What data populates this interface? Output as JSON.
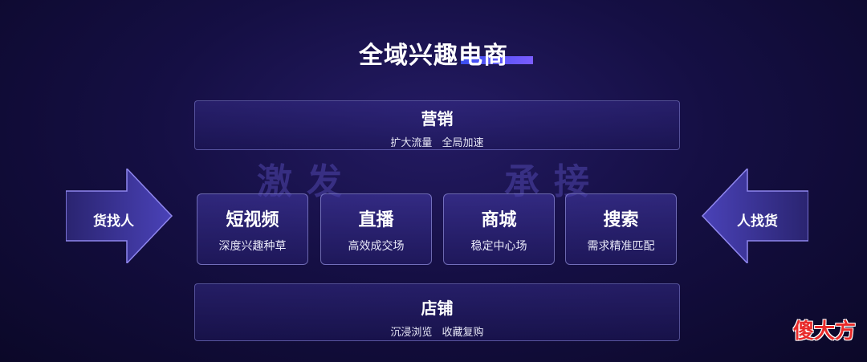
{
  "title": "全域兴趣电商",
  "top_panel": {
    "title": "营销",
    "subtitle": "扩大流量   全局加速"
  },
  "background_words": {
    "left": "激发",
    "right": "承接"
  },
  "cards": [
    {
      "title": "短视频",
      "subtitle": "深度兴趣种草"
    },
    {
      "title": "直播",
      "subtitle": "高效成交场"
    },
    {
      "title": "商城",
      "subtitle": "稳定中心场"
    },
    {
      "title": "搜索",
      "subtitle": "需求精准匹配"
    }
  ],
  "left_arrow": {
    "label": "货找人",
    "icon": "arrow-right-icon"
  },
  "right_arrow": {
    "label": "人找货",
    "icon": "arrow-left-icon"
  },
  "bottom_panel": {
    "title": "店铺",
    "subtitle": "沉浸浏览   收藏复购"
  },
  "watermark": "傻大方",
  "colors": {
    "background": "#150f44",
    "accent": "#3a4df0",
    "watermark": "#e82a2a"
  }
}
